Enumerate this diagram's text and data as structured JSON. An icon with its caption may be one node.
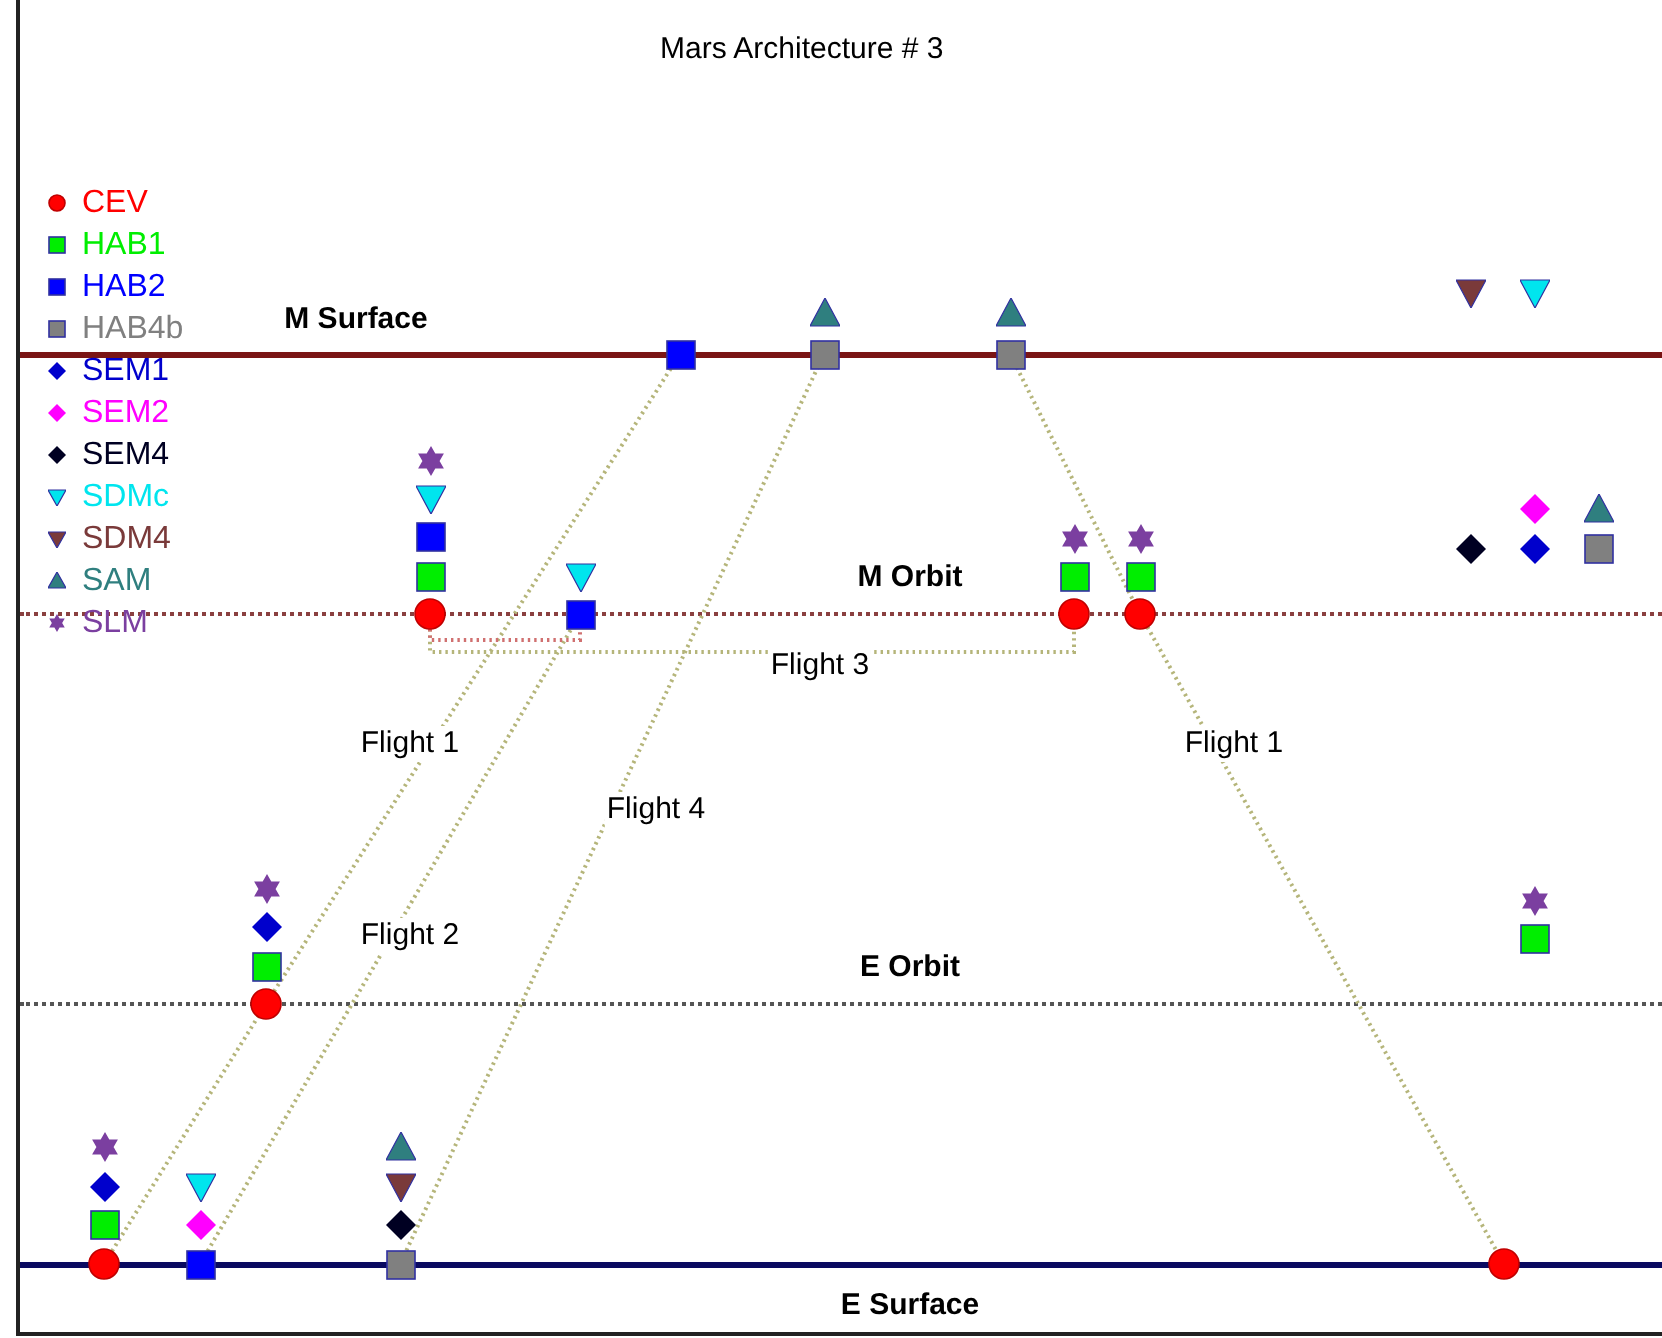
{
  "diagram": {
    "title": "Mars Architecture # 3",
    "nodes": [
      {
        "text": [
          "M Surface"
        ]
      },
      {
        "text": [
          "M Orbit"
        ]
      },
      {
        "text": [
          "E Orbit"
        ]
      },
      {
        "text": [
          "E Surface"
        ]
      },
      {
        "text": [],
        "shape": "triangle"
      },
      {
        "text": [],
        "shape": "triangle"
      },
      {
        "text": [],
        "shape": "triangle"
      },
      {
        "text": [],
        "shape": "triangle"
      },
      {
        "text": [],
        "shape": "box"
      },
      {
        "text": [],
        "shape": "box"
      },
      {
        "text": [],
        "shape": "box"
      },
      {
        "text": [],
        "shape": "star"
      },
      {
        "text": [],
        "shape": "triangle"
      },
      {
        "text": [],
        "shape": "diamond"
      },
      {
        "text": [],
        "shape": "triangle"
      },
      {
        "text": [],
        "shape": "box"
      },
      {
        "text": [],
        "shape": "star"
      },
      {
        "text": [],
        "shape": "star"
      },
      {
        "text": [],
        "shape": "diamond"
      },
      {
        "text": [],
        "shape": "diamond"
      },
      {
        "text": [],
        "shape": "box"
      },
      {
        "text": [],
        "shape": "box"
      },
      {
        "text": [],
        "shape": "triangle"
      },
      {
        "text": [],
        "shape": "box"
      },
      {
        "text": [],
        "shape": "box"
      },
      {
        "text": [],
        "shape": "circle"
      },
      {
        "text": [],
        "shape": "box"
      },
      {
        "text": [],
        "shape": "circle"
      },
      {
        "text": [],
        "shape": "circle"
      },
      {
        "text": [],
        "shape": "star"
      },
      {
        "text": [],
        "shape": "star"
      },
      {
        "text": [],
        "shape": "diamond"
      },
      {
        "text": [],
        "shape": "box"
      },
      {
        "text": [],
        "shape": "box"
      },
      {
        "text": [],
        "shape": "circle"
      },
      {
        "text": [],
        "shape": "star"
      },
      {
        "text": [],
        "shape": "triangle"
      },
      {
        "text": [],
        "shape": "diamond"
      },
      {
        "text": [],
        "shape": "triangle"
      },
      {
        "text": [],
        "shape": "triangle"
      },
      {
        "text": [],
        "shape": "box"
      },
      {
        "text": [],
        "shape": "diamond"
      },
      {
        "text": [],
        "shape": "diamond"
      },
      {
        "text": [],
        "shape": "circle"
      },
      {
        "text": [],
        "shape": "box"
      },
      {
        "text": [],
        "shape": "box"
      },
      {
        "text": [],
        "shape": "circle"
      }
    ],
    "edges": [
      {
        "from": 43,
        "to": 34,
        "arrow": "none",
        "style": "dashed"
      },
      {
        "from": 34,
        "to": 8,
        "arrow": "none",
        "label": "Flight 1",
        "style": "dashed"
      },
      {
        "from": 44,
        "to": 26,
        "arrow": "none",
        "label": "Flight 2",
        "style": "dashed"
      },
      {
        "from": 45,
        "to": 9,
        "arrow": "none",
        "label": "Flight 4",
        "style": "dashed"
      },
      {
        "from": 10,
        "to": 28,
        "arrow": "none",
        "style": "dashed"
      },
      {
        "from": 28,
        "to": 46,
        "arrow": "none",
        "label": "Flight 1",
        "style": "dashed"
      },
      {
        "from": 25,
        "to": 27,
        "arrow": "none",
        "label": "Flight 3",
        "style": "dashed"
      },
      {
        "from": 25,
        "to": 26,
        "arrow": "none",
        "style": "dashed",
        "color": "#d07070"
      }
    ],
    "legend": [
      {
        "text": "CEV",
        "color": "#ff0000"
      },
      {
        "text": "HAB1",
        "color": "#00ee00"
      },
      {
        "text": "HAB2",
        "color": "#0000ff"
      },
      {
        "text": "HAB4b",
        "color": "#808080"
      },
      {
        "text": "SEM1",
        "color": "#0000cc"
      },
      {
        "text": "SEM2",
        "color": "#ff00ff"
      },
      {
        "text": "SEM4",
        "color": "#000022"
      },
      {
        "text": "SDMc",
        "color": "#00e5ee"
      },
      {
        "text": "SDM4",
        "color": "#7a3a3a"
      },
      {
        "text": "SAM",
        "color": "#2f7f7f"
      },
      {
        "text": "SLM",
        "color": "#7b3fa0"
      }
    ]
  }
}
